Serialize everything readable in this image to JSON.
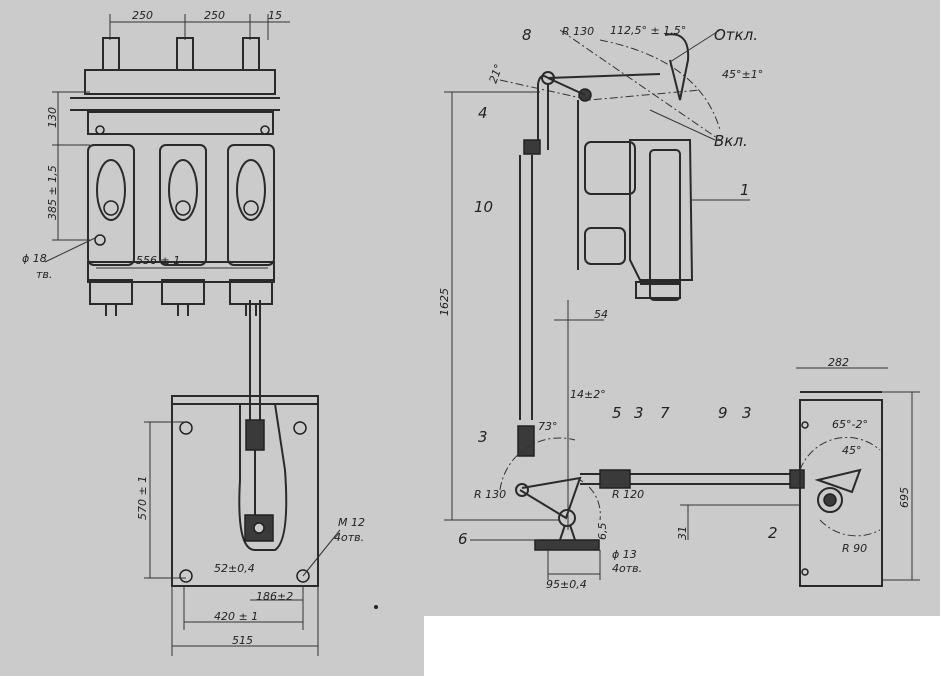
{
  "dims": {
    "d250a": "250",
    "d250b": "250",
    "d15": "15",
    "d130": "130",
    "d385": "385 ± 1,5",
    "phi18": "ϕ 18",
    "holes_tv": "тв.",
    "d556": "556 ± 1",
    "d570": "570 ± 1",
    "m12": "M 12",
    "holes4": "4отв.",
    "d52": "52±0,4",
    "d186": "186±2",
    "d420": "420 ± 1",
    "d515": "515",
    "r130a": "R 130",
    "a1125": "112,5° ± 1,5°",
    "otkl": "Откл.",
    "a21": "21°",
    "a45": "45°±1°",
    "vkl": "Вкл.",
    "d1625": "1625",
    "d54": "54",
    "a14": "14±2°",
    "a73": "73°",
    "r130b": "R 130",
    "r120": "R 120",
    "d65": "6,5",
    "d31": "31",
    "phi13": "ϕ 13",
    "holes4b": "4отв.",
    "d95": "95±0,4",
    "d282": "282",
    "a65": "65°-2°",
    "a45b": "45°",
    "r90": "R 90",
    "d695": "695"
  },
  "labels": {
    "l8": "8",
    "l4": "4",
    "l1": "1",
    "l10": "10",
    "l3a": "3",
    "l5": "5",
    "l3b": "3",
    "l7": "7",
    "l9": "9",
    "l3c": "3",
    "l6": "6",
    "l2": "2"
  }
}
